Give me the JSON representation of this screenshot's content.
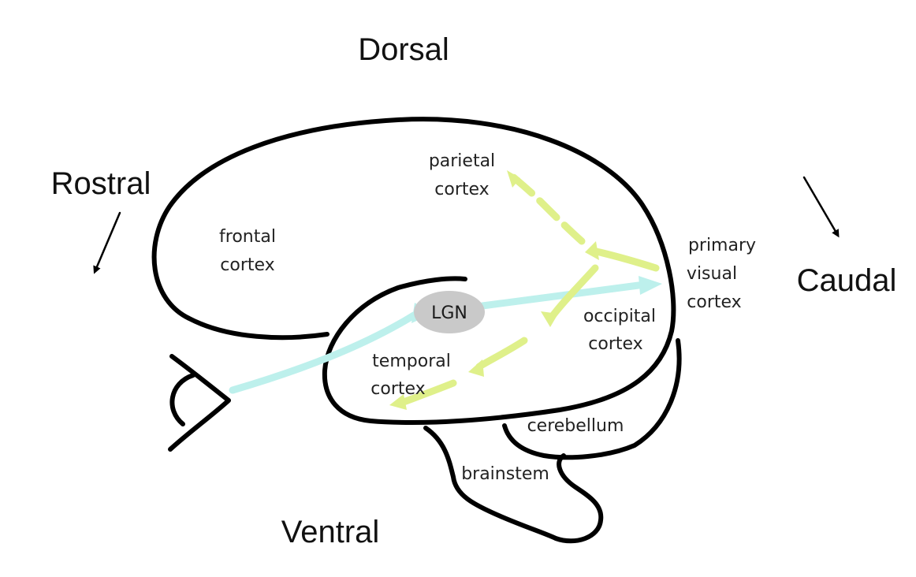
{
  "orientation": {
    "dorsal": "Dorsal",
    "ventral": "Ventral",
    "rostral": "Rostral",
    "caudal": "Caudal"
  },
  "regions": {
    "frontal": [
      "frontal",
      "cortex"
    ],
    "parietal": [
      "parietal",
      "cortex"
    ],
    "primary_visual": [
      "primary",
      "visual",
      "cortex"
    ],
    "occipital": [
      "occipital",
      "cortex"
    ],
    "temporal": [
      "temporal",
      "cortex"
    ],
    "lgn": "LGN",
    "cerebellum": "cerebellum",
    "brainstem": "brainstem"
  },
  "colors": {
    "outline": "#000000",
    "lgn_fill": "#c9c9c9",
    "primary_pathway": "#bdf0ec",
    "dorsal_ventral_streams": "#dff08a"
  }
}
